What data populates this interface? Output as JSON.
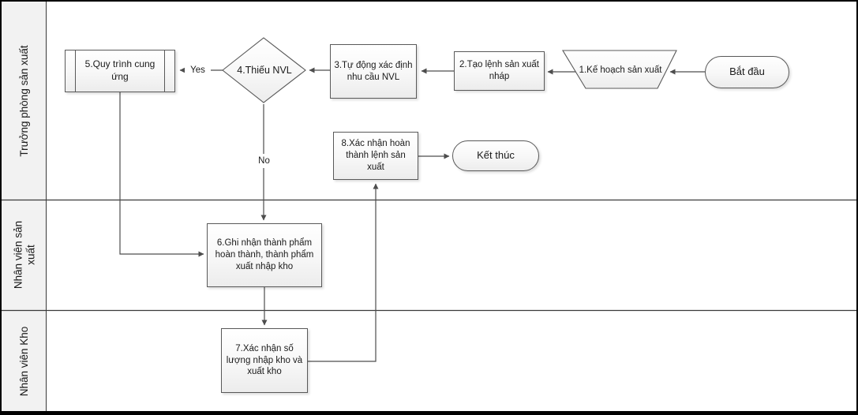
{
  "lanes": [
    {
      "id": "truong-phong-san-xuat",
      "label": "Trưởng phòng sản xuất"
    },
    {
      "id": "nhan-vien-san-xuat",
      "label": "Nhân viên sản xuất"
    },
    {
      "id": "nhan-vien-kho",
      "label": "Nhân viên Kho"
    }
  ],
  "shapes": {
    "start": {
      "type": "terminator",
      "label": "Bắt đầu"
    },
    "step1": {
      "type": "manual-operation",
      "label": "1.Kế hoạch sản xuất"
    },
    "step2": {
      "type": "process",
      "label": "2.Tạo lệnh sản xuất nháp"
    },
    "step3": {
      "type": "process",
      "label": "3.Tự động xác định nhu cầu NVL"
    },
    "step4": {
      "type": "decision",
      "label": "4.Thiếu NVL"
    },
    "step5": {
      "type": "predefined-process",
      "label": "5.Quy trình cung ứng"
    },
    "step6": {
      "type": "process",
      "label": "6.Ghi nhận thành phẩm hoàn thành, thành phẩm xuất nhập kho"
    },
    "step7": {
      "type": "process",
      "label": "7.Xác nhận số lượng nhập kho và xuất kho"
    },
    "step8": {
      "type": "process",
      "label": "8.Xác nhận hoàn thành lệnh sản xuất"
    },
    "end": {
      "type": "terminator",
      "label": "Kết thúc"
    }
  },
  "edge_labels": {
    "yes": "Yes",
    "no": "No"
  },
  "colors": {
    "shape_border": "#595959",
    "connector": "#4d4d4d",
    "lane_label_bg": "#f2f2f2",
    "frame": "#000000",
    "shape_fill_top": "#ffffff",
    "shape_fill_bottom": "#ececec"
  }
}
